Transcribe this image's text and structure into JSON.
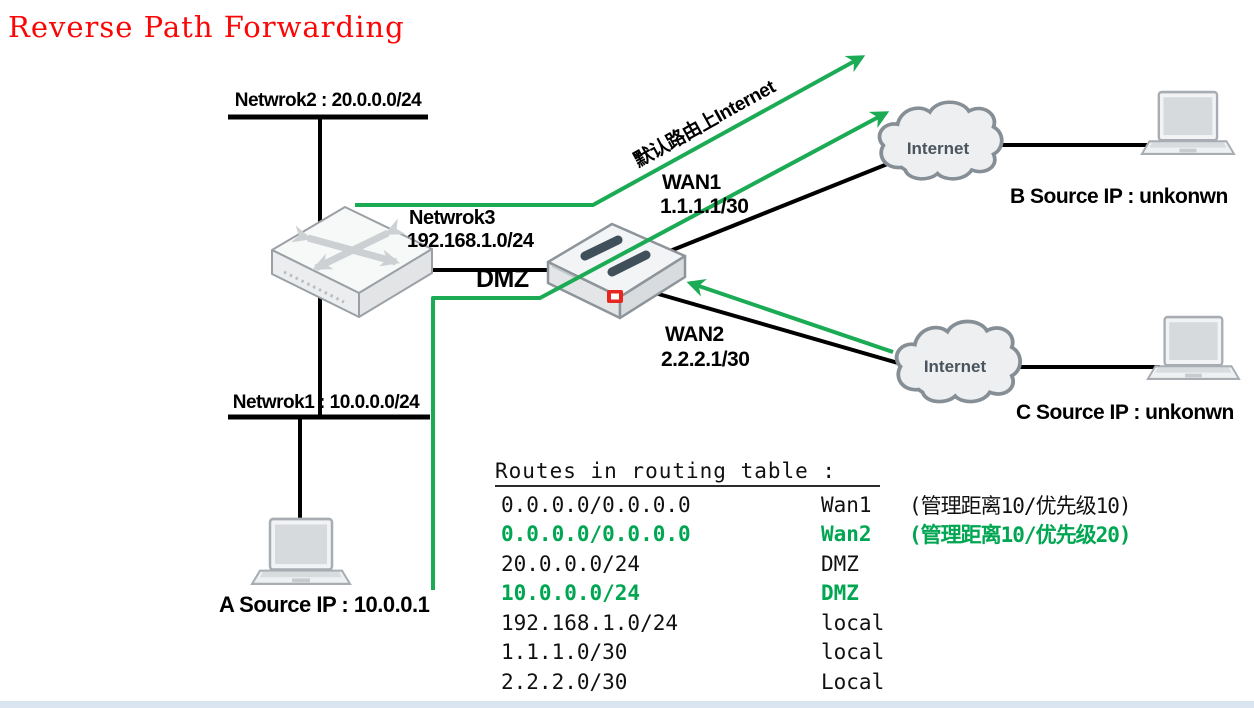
{
  "title": "Reverse Path Forwarding",
  "colors": {
    "title_red": "#fb0606",
    "line_green": "#1cab55",
    "table_green": "#00a651",
    "line_black": "#000000",
    "bottom_strip": "#dbe5f1"
  },
  "icons": {
    "switch": "switch-crossing-arrows-icon",
    "firewall": "firewall-appliance-icon",
    "cloud": "internet-cloud-icon",
    "laptop": "laptop-icon"
  },
  "diagram": {
    "network2_label": "Netwrok2 : 20.0.0.0/24",
    "network1_label": "Netwrok1 : 10.0.0.0/24",
    "network3_name": "Netwrok3",
    "network3_cidr": "192.168.1.0/24",
    "dmz_label": "DMZ",
    "wan1_name": "WAN1",
    "wan1_ip": "1.1.1.1/30",
    "wan2_name": "WAN2",
    "wan2_ip": "2.2.2.1/30",
    "cloud_top_label": "Internet",
    "cloud_bottom_label": "Internet",
    "host_a_label": "A Source IP : 10.0.0.1",
    "host_b_label": "B Source IP : unkonwn",
    "host_c_label": "C Source IP : unkonwn",
    "default_route_label": "默认路由上Internet"
  },
  "routing_table": {
    "header": "Routes in routing table :",
    "rows": [
      {
        "dest": "0.0.0.0/0.0.0.0",
        "iface": "Wan1",
        "note": "(管理距离10/优先级10)",
        "highlight": false
      },
      {
        "dest": "0.0.0.0/0.0.0.0",
        "iface": "Wan2",
        "note": "(管理距离10/优先级20)",
        "highlight": true
      },
      {
        "dest": "20.0.0.0/24",
        "iface": "DMZ",
        "note": "",
        "highlight": false
      },
      {
        "dest": "10.0.0.0/24",
        "iface": "DMZ",
        "note": "",
        "highlight": true
      },
      {
        "dest": "192.168.1.0/24",
        "iface": "local",
        "note": "",
        "highlight": false
      },
      {
        "dest": "1.1.1.0/30",
        "iface": "local",
        "note": "",
        "highlight": false
      },
      {
        "dest": "2.2.2.0/30",
        "iface": "Local",
        "note": "",
        "highlight": false
      }
    ]
  }
}
